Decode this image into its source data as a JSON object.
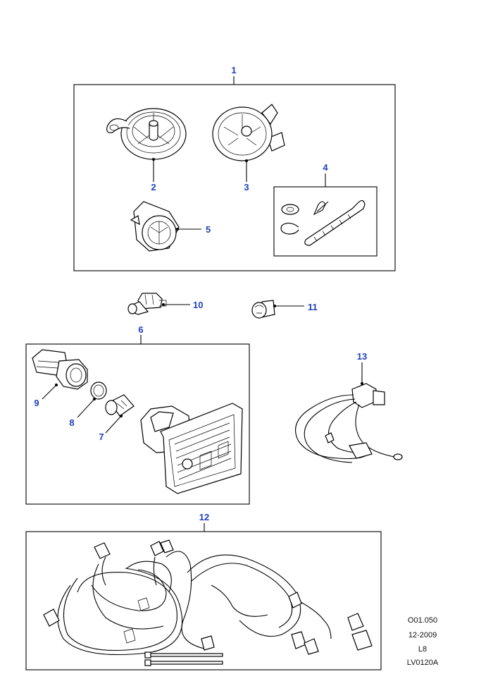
{
  "callouts": {
    "c1": "1",
    "c2": "2",
    "c3": "3",
    "c4": "4",
    "c5": "5",
    "c6": "6",
    "c7": "7",
    "c8": "8",
    "c9": "9",
    "c10": "10",
    "c11": "11",
    "c12": "12",
    "c13": "13"
  },
  "reference": {
    "code": "O01.050",
    "date": "12-2009",
    "model": "L8",
    "illustration": "LV0120A"
  },
  "colors": {
    "callout": "#1f3fbf",
    "line": "#000000"
  }
}
